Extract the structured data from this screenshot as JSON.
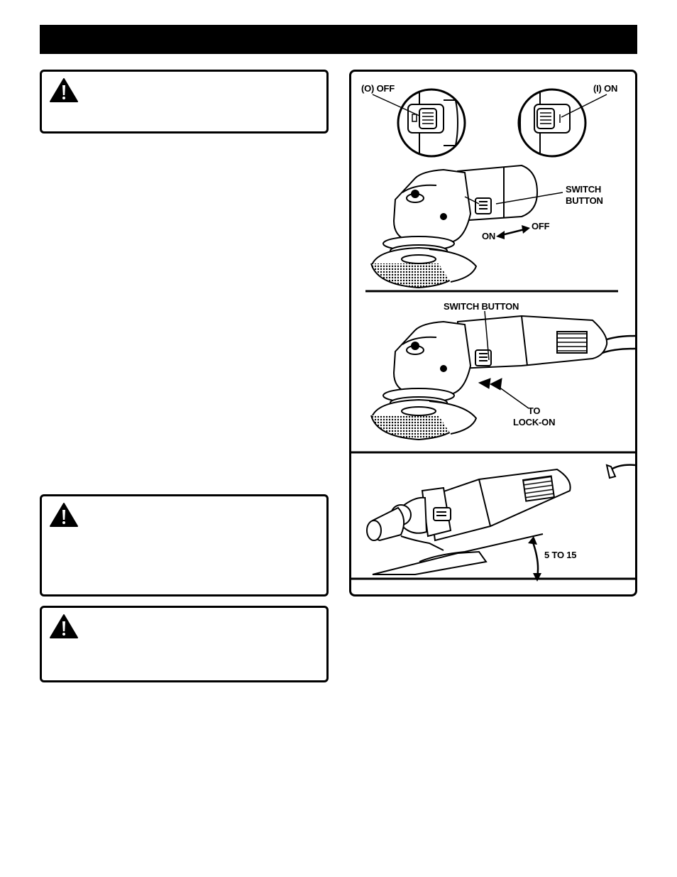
{
  "figure": {
    "off_label": "(O) OFF",
    "on_label": "(I) ON",
    "switch_button_label_1": "SWITCH\nBUTTON",
    "on_arrow_label": "ON",
    "off_arrow_label": "OFF",
    "switch_button_label_2": "SWITCH BUTTON",
    "lock_on_label": "TO\nLOCK-ON",
    "angle_label": "5   TO 15"
  },
  "colors": {
    "ink": "#000000",
    "paper": "#ffffff",
    "shade": "#d9d9d9"
  },
  "icons": [
    "warning-triangle-icon"
  ]
}
